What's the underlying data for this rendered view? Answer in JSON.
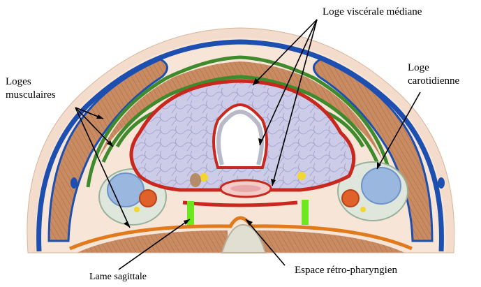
{
  "labels": {
    "loge_viscerale": "Loge viscérale médiane",
    "loges_musculaires_1": "Loges",
    "loges_musculaires_2": "musculaires",
    "loge_carotidienne_1": "Loge",
    "loge_carotidienne_2": "carotidienne",
    "lame_sagittale": "Lame sagittale",
    "espace_retro": "Espace rétro-pharyngien"
  },
  "colors": {
    "fascia_blue": "#1d4fb0",
    "fascia_green": "#3f8a2c",
    "fascia_red": "#c8281e",
    "fascia_orange": "#e07a1c",
    "lame_green": "#6ee81e",
    "muscle": "#c98b62",
    "skin": "#f1d9c6",
    "viscera": "#c9c8e6",
    "trachea": "#ffffff",
    "carotid": "#9ab8df"
  }
}
